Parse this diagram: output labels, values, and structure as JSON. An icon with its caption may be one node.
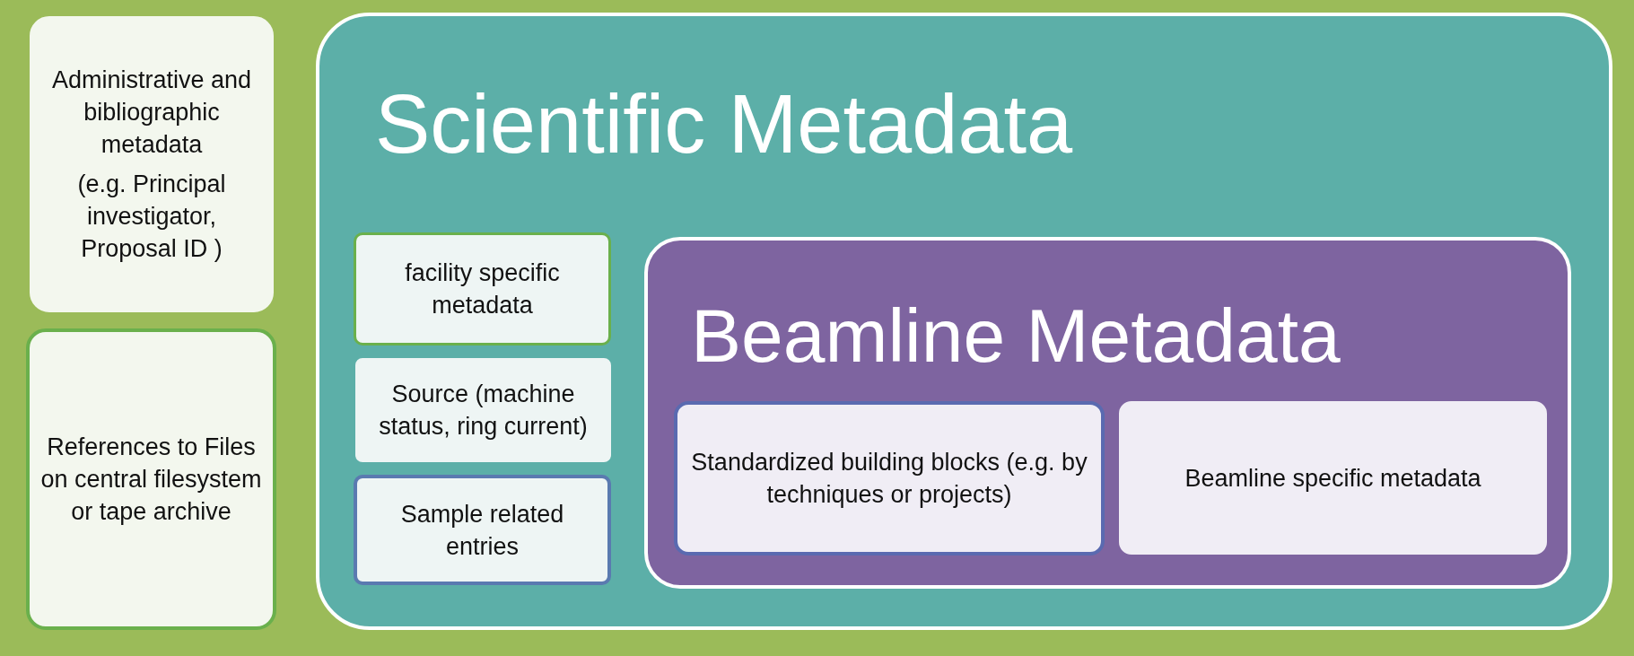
{
  "diagram": {
    "nodes": [
      {
        "text": [
          "Administrative and bibliographic metadata",
          "(e.g. Principal investigator, Proposal ID )"
        ]
      },
      {
        "text": [
          "References to Files on central filesystem or tape archive"
        ]
      },
      {
        "text": [
          "Scientific Metadata"
        ]
      },
      {
        "text": [
          "facility specific metadata"
        ],
        "in": 2
      },
      {
        "text": [
          "Source (machine status, ring current)"
        ],
        "in": 2
      },
      {
        "text": [
          "Sample related entries"
        ],
        "in": 2
      },
      {
        "text": [
          "Beamline Metadata"
        ],
        "in": 2
      },
      {
        "text": [
          "Standardized building blocks (e.g. by techniques or projects)"
        ],
        "in": 6
      },
      {
        "text": [
          "Beamline specific metadata"
        ],
        "in": 6
      }
    ],
    "edges": []
  }
}
